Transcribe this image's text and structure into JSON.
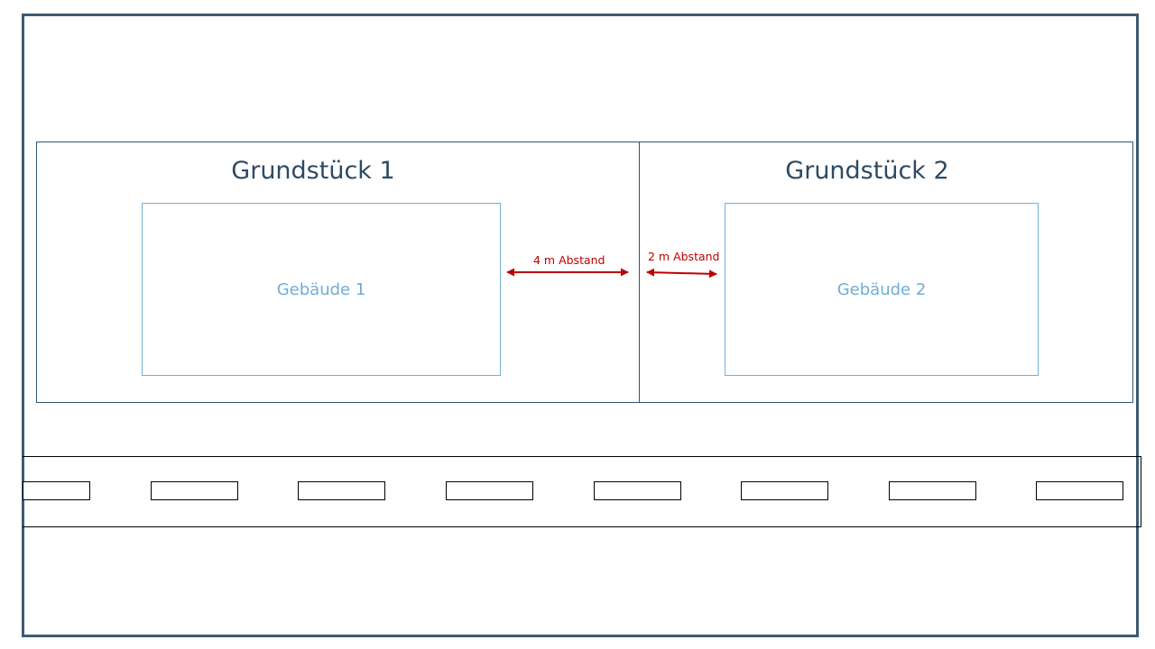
{
  "plots": [
    {
      "title": "Grundstück 1",
      "building": "Gebäude  1"
    },
    {
      "title": "Grundstück 2",
      "building": "Gebäude  2"
    }
  ],
  "distances": [
    {
      "label": "4 m Abstand",
      "color": "#c00000"
    },
    {
      "label": "2 m Abstand",
      "color": "#c00000"
    }
  ],
  "road": {
    "lane_marking_count": 8
  }
}
